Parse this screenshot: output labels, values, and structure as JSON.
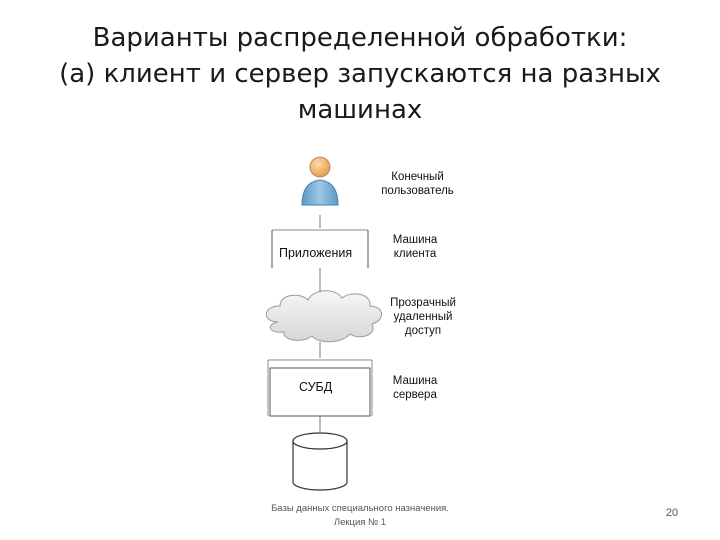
{
  "title": {
    "line1": "Варианты распределенной обработки:",
    "line2": "(а) клиент и сервер запускаются на разных",
    "line3": "машинах"
  },
  "diagram": {
    "end_user": {
      "label_line1": "Конечный",
      "label_line2": "пользователь",
      "icon": "user-icon"
    },
    "client": {
      "box_label": "Приложения",
      "label_line1": "Машина",
      "label_line2": "клиента"
    },
    "network": {
      "label_line1": "Прозрачный",
      "label_line2": "удаленный",
      "label_line3": "доступ",
      "icon": "cloud-icon"
    },
    "server": {
      "box_label": "СУБД",
      "label_line1": "Машина",
      "label_line2": "сервера"
    },
    "database": {
      "icon": "database-cylinder-icon"
    }
  },
  "footer": {
    "line1": "Базы данных специального назначения.",
    "line2": "Лекция № 1",
    "page_number": "20"
  },
  "colors": {
    "user_body": "#7fb3d8",
    "user_head": "#f2b873",
    "cloud_fill": "#e9e9e9"
  }
}
